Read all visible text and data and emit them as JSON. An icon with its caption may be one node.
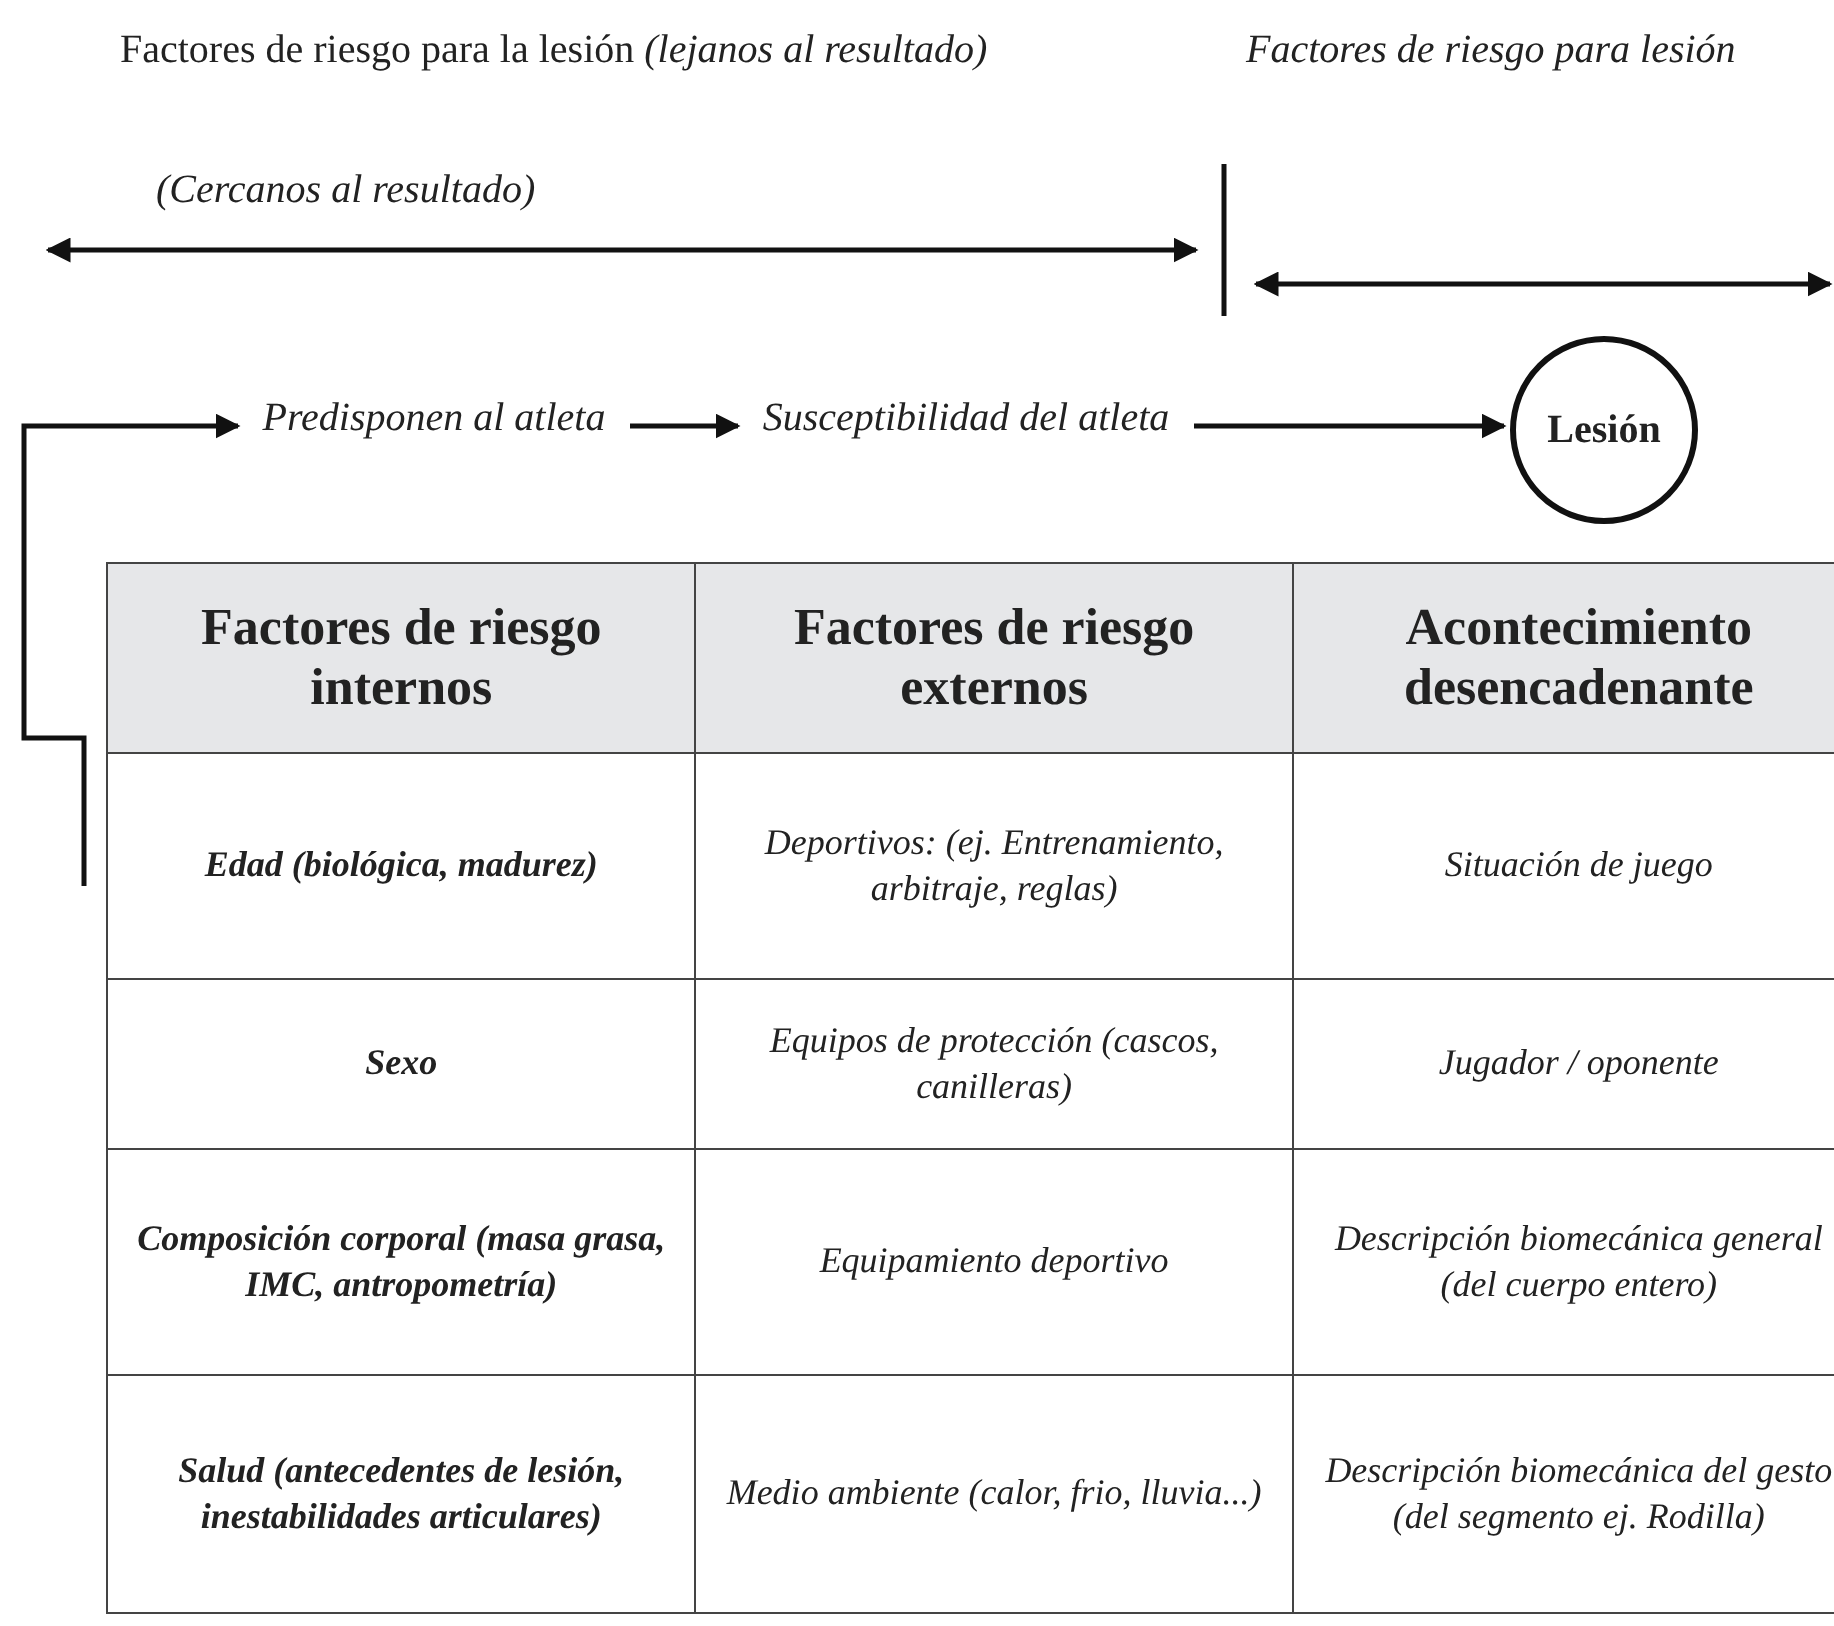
{
  "diagram": {
    "nodes": [
      {
        "text": [
          "Predisponen al atleta"
        ]
      },
      {
        "text": [
          "Susceptibilidad del atleta"
        ]
      },
      {
        "text": [
          "Lesión"
        ]
      }
    ],
    "edges": [
      {
        "from": null,
        "to": 0,
        "arrow": "to"
      },
      {
        "from": 0,
        "to": 1,
        "arrow": "to"
      },
      {
        "from": 1,
        "to": 2,
        "arrow": "to"
      }
    ],
    "labels": [
      "Factores de riesgo para la lesión *(lejanos al resultado)*",
      "Factores de riesgo para lesión",
      "(Cercanos al resultado)",
      "Factores de riesgo internos",
      "Factores de riesgo externos",
      "Acontecimiento desencadenante",
      "Edad (biológica, madurez)",
      "Deportivos: (ej. Entrenamiento, arbitraje, reglas)",
      "Situación de juego",
      "Sexo",
      "Equipos de protección (cascos, canilleras)",
      "Jugador / oponente",
      "Composición corporal (masa grasa, IMC, antropometría)",
      "Equipamiento deportivo",
      "Descripción biomecánica general (del cuerpo entero)",
      "Salud (antecedentes de lesión, inestabilidades articulares)",
      "Medio ambiente (calor, frio, lluvia...)",
      "Descripción biomecánica del gesto (del segmento ej. Rodilla)"
    ]
  }
}
